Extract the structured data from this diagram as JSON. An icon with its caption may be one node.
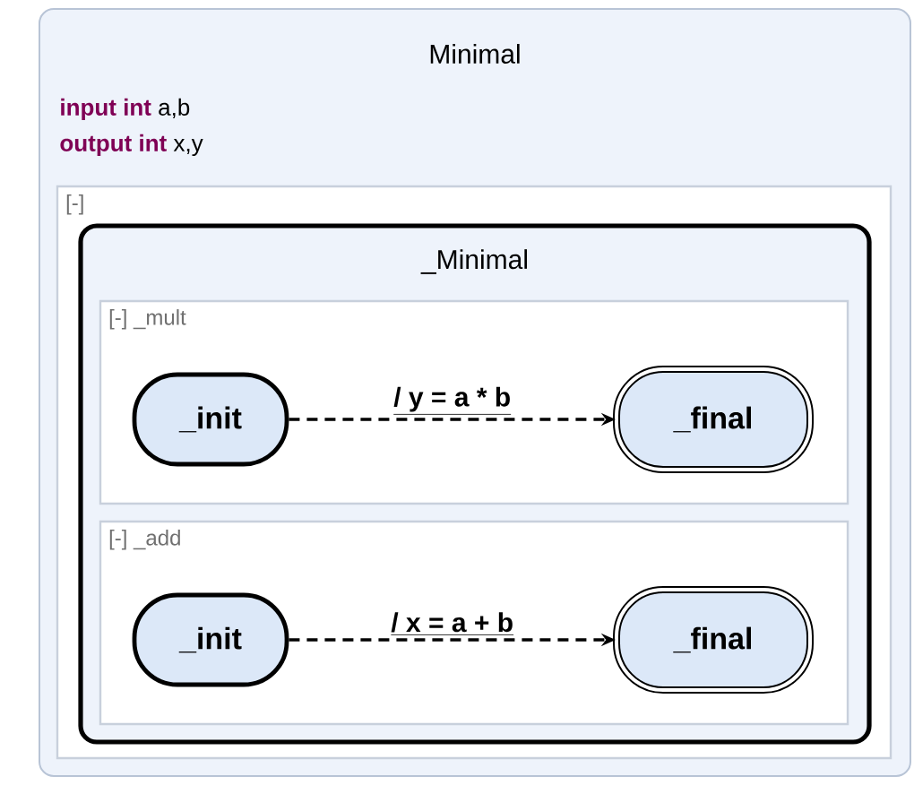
{
  "diagram": {
    "nodes": [
      {
        "text": [
          "Minimal",
          "**input int** a,b",
          "**output int** x,y"
        ]
      },
      {
        "text": [
          "[-]"
        ],
        "in": 0
      },
      {
        "text": [
          "_Minimal"
        ],
        "in": 1
      },
      {
        "text": [
          "[-] _mult"
        ],
        "in": 2
      },
      {
        "text": [
          "_init"
        ],
        "in": 3
      },
      {
        "text": [
          "_final"
        ],
        "in": 3
      },
      {
        "text": [
          "[-] _add"
        ],
        "in": 2
      },
      {
        "text": [
          "_init"
        ],
        "in": 6
      },
      {
        "text": [
          "_final"
        ],
        "in": 6
      }
    ],
    "edges": [
      {
        "from": 4,
        "to": 5,
        "arrow": "to",
        "label": "/ y = a * b",
        "style": "dashed"
      },
      {
        "from": 7,
        "to": 8,
        "arrow": "to",
        "label": "/ x = a + b",
        "style": "dashed"
      }
    ]
  }
}
